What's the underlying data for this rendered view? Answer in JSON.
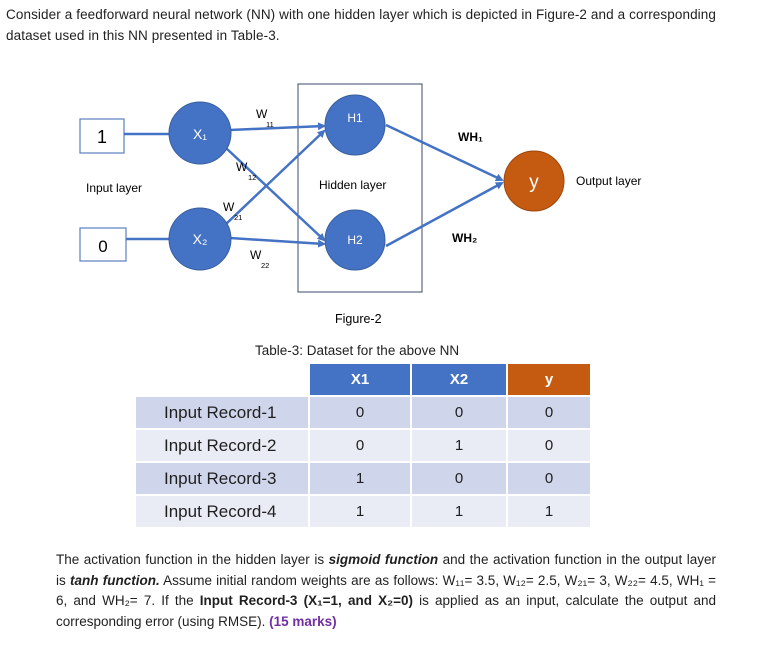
{
  "intro": "Consider a feedforward neural network (NN) with one hidden layer which is depicted in Figure-2 and a corresponding dataset used in this NN presented in Table-3.",
  "figure": {
    "input_value_1": "1",
    "input_value_2": "0",
    "node_x1": "X₁",
    "node_x2": "X₂",
    "node_h1": "H1",
    "node_h2": "H2",
    "node_y": "y",
    "w11": "W",
    "w11_sub": "11",
    "w12": "W",
    "w12_sub": "12",
    "w21": "W",
    "w21_sub": "21",
    "w22": "W",
    "w22_sub": "22",
    "wh1": "WH₁",
    "wh2": "WH₂",
    "input_layer": "Input layer",
    "hidden_layer": "Hidden layer",
    "output_layer": "Output layer",
    "caption": "Figure-2",
    "colors": {
      "node": "#4472c4",
      "output": "#c55a11"
    }
  },
  "table": {
    "caption": "Table-3: Dataset for the above NN",
    "headers": [
      "X1",
      "X2",
      "y"
    ],
    "rows": [
      {
        "label": "Input Record-1",
        "x1": "0",
        "x2": "0",
        "y": "0"
      },
      {
        "label": "Input Record-2",
        "x1": "0",
        "x2": "1",
        "y": "0"
      },
      {
        "label": "Input Record-3",
        "x1": "1",
        "x2": "0",
        "y": "0"
      },
      {
        "label": "Input Record-4",
        "x1": "1",
        "x2": "1",
        "y": "1"
      }
    ]
  },
  "question": {
    "p1": "The activation function in the hidden layer is ",
    "p2": "sigmoid function",
    "p3": " and the activation function in the output layer is ",
    "p4": "tanh function.",
    "p5": " Assume initial random weights are as follows: W₁₁= 3.5, W₁₂= 2.5, W₂₁= 3, W₂₂= 4.5, WH₁ = 6, and WH₂= 7. If the ",
    "p6": "Input Record-3 (X₁=1, and X₂=0)",
    "p7": " is applied as an input, calculate the output and corresponding error (using RMSE). ",
    "marks": "(15 marks)"
  }
}
